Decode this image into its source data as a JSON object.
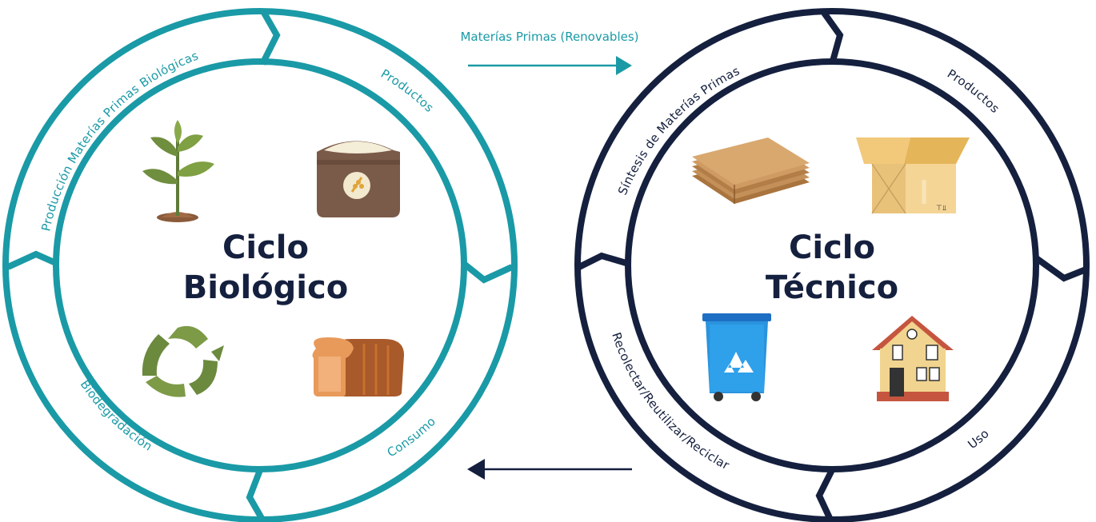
{
  "biological_cycle": {
    "title_line1": "Ciclo",
    "title_line2": "Biológico",
    "color": "#1a9aa6",
    "stages": [
      {
        "label": "Producción Materías Primas Biológicas"
      },
      {
        "label": "Productos"
      },
      {
        "label": "Consumo"
      },
      {
        "label": "Biodegradación"
      }
    ],
    "icons": [
      "plant-icon",
      "flour-sack-icon",
      "recycle-leaves-icon",
      "bread-icon"
    ]
  },
  "technical_cycle": {
    "title_line1": "Ciclo",
    "title_line2": "Técnico",
    "color": "#15203f",
    "stages": [
      {
        "label": "Síntesis de Materías Primas"
      },
      {
        "label": "Productos"
      },
      {
        "label": "Uso"
      },
      {
        "label": "Recolectar/Reutilizar/Reciclar"
      }
    ],
    "icons": [
      "cardboard-sheets-icon",
      "cardboard-box-icon",
      "recycle-bin-icon",
      "house-icon"
    ]
  },
  "flows": {
    "top_label": "Materías Primas (Renovables)",
    "top_color": "#1a9aa6",
    "bottom_color": "#15203f"
  }
}
